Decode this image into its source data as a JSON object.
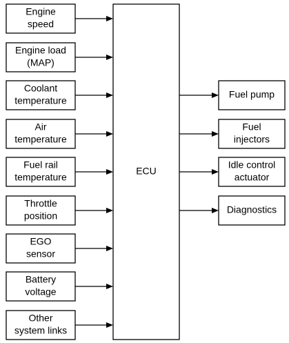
{
  "inputs": [
    {
      "lines": [
        "Engine",
        "speed"
      ]
    },
    {
      "lines": [
        "Engine load",
        "(MAP)"
      ]
    },
    {
      "lines": [
        "Coolant",
        "temperature"
      ]
    },
    {
      "lines": [
        "Air",
        "temperature"
      ]
    },
    {
      "lines": [
        "Fuel rail",
        "temperature"
      ]
    },
    {
      "lines": [
        "Throttle",
        "position"
      ]
    },
    {
      "lines": [
        "EGO",
        "sensor"
      ]
    },
    {
      "lines": [
        "Battery",
        "voltage"
      ]
    },
    {
      "lines": [
        "Other",
        "system links"
      ]
    }
  ],
  "ecu": {
    "label": "ECU"
  },
  "outputs": [
    {
      "lines": [
        "Fuel pump"
      ]
    },
    {
      "lines": [
        "Fuel",
        "injectors"
      ]
    },
    {
      "lines": [
        "Idle control",
        "actuator"
      ]
    },
    {
      "lines": [
        "Diagnostics"
      ]
    }
  ]
}
